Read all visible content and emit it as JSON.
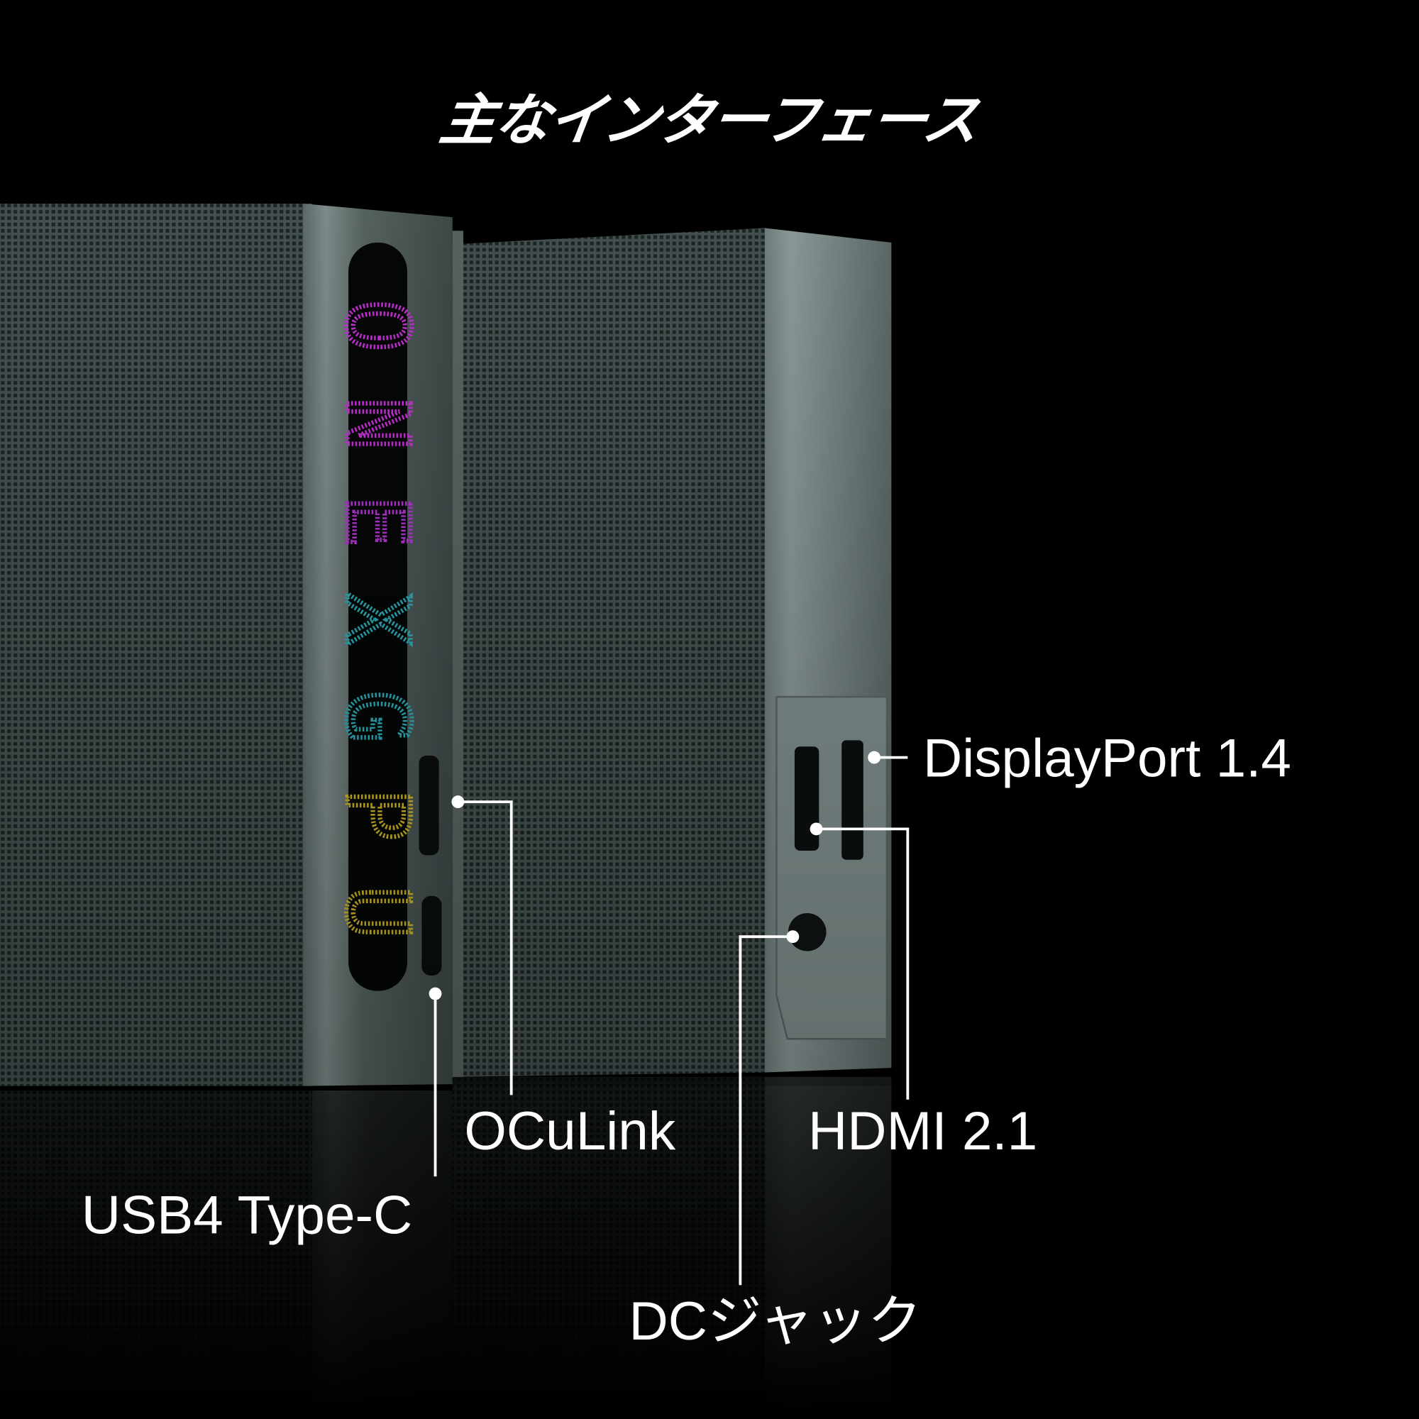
{
  "title": "主なインターフェース",
  "device": {
    "led_text": "ONEXGPU",
    "led_colors": [
      "#c02ed0",
      "#c02ed0",
      "#b030d0",
      "#2aa6b0",
      "#2aa6b0",
      "#c8b020",
      "#c8b020"
    ],
    "body_color": "#3e4a4c"
  },
  "callouts": {
    "displayport": "DisplayPort 1.4",
    "hdmi": "HDMI 2.1",
    "oculink": "OCuLink",
    "usb4": "USB4 Type-C",
    "dc": "DCジャック"
  }
}
